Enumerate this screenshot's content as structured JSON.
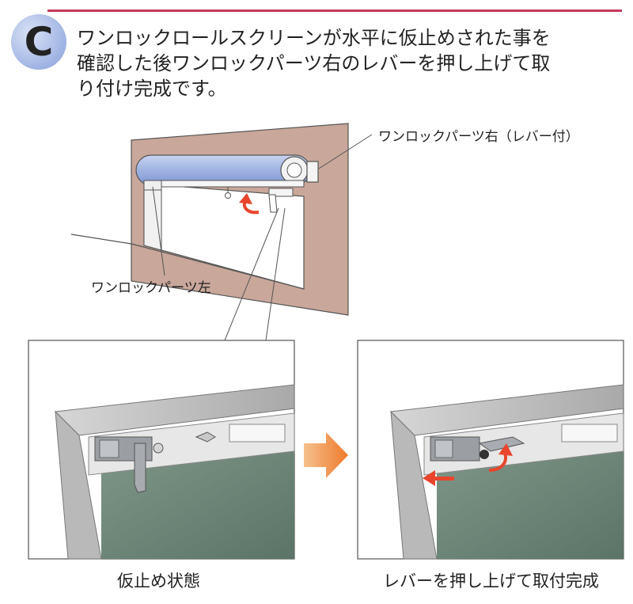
{
  "step": {
    "letter": "C"
  },
  "instruction": {
    "lines": [
      "ワンロックロールスクリーンが水平に仮止めされた事を",
      "確認した後ワンロックパーツ右のレバーを押し上げて取",
      "り付け完成です。"
    ]
  },
  "labels": {
    "right_part": "ワンロックパーツ右（レバー付）",
    "left_part": "ワンロックパーツ左"
  },
  "captions": {
    "before": "仮止め状態",
    "after": "レバーを押し上げて取付完成"
  },
  "colors": {
    "accent_line": "#c23a5c",
    "badge": "#9fb3e3",
    "wall": "#c9a79a",
    "roller": "#9fb3e3",
    "arrow_red": "#e8452c",
    "arrow_orange": "#f08a3c",
    "screen_green": "#6f8a7c"
  },
  "icons": [
    "curved-up-arrow-icon",
    "right-arrow-icon",
    "left-arrow-icon"
  ]
}
